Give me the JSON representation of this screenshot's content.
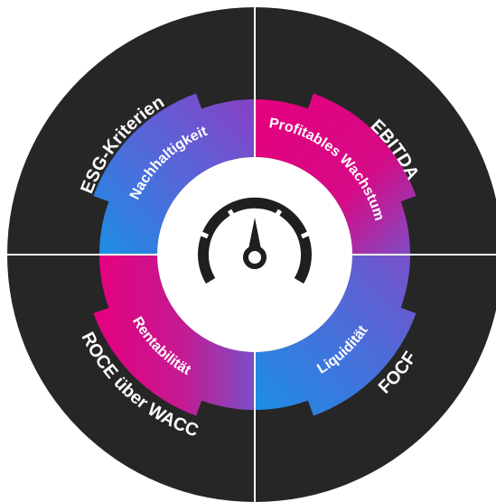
{
  "outer_ring": {
    "top_left": "ESG-Kriterien",
    "top_right": "EBITDA",
    "bottom_left": "ROCE über WACC",
    "bottom_right": "FOCF"
  },
  "inner_ring": {
    "top_left": "Nachhaltigkeit",
    "top_right": "Profitables Wachstum",
    "bottom_left": "Rentabilität",
    "bottom_right": "Liquidität"
  },
  "colors": {
    "outer_ring": "#262626",
    "divider": "#ffffff",
    "magenta": "#e6007e",
    "purple": "#7b4fc8",
    "blue": "#1a8fe3",
    "center": "#ffffff",
    "gauge": "#1f1f1f"
  },
  "center_icon": "speedometer-gauge-icon"
}
